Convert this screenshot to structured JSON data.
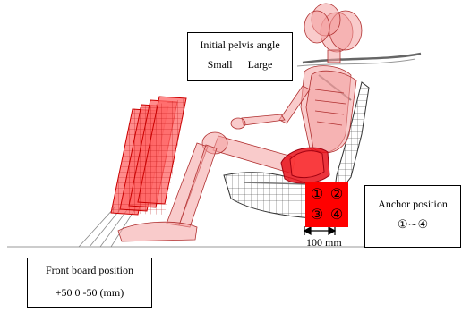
{
  "pelvis_label": {
    "title": "Initial pelvis angle",
    "small": "Small",
    "large": "Large"
  },
  "front_board_label": {
    "title": "Front board position",
    "values": "+50 0 -50 (mm)"
  },
  "anchor_label": {
    "title": "Anchor position",
    "range": "①∼④"
  },
  "anchor_points": [
    "①",
    "②",
    "③",
    "④"
  ],
  "scale_label": "100 mm",
  "colors": {
    "dummy_fill": "#f4a0a0",
    "dummy_stroke": "#b03030",
    "pelvis_red": "#e8101a",
    "board_fill": "#ff6666",
    "board_stroke": "#cc0000",
    "anchor_red": "#ff0000",
    "seat_mesh": "#333333"
  }
}
